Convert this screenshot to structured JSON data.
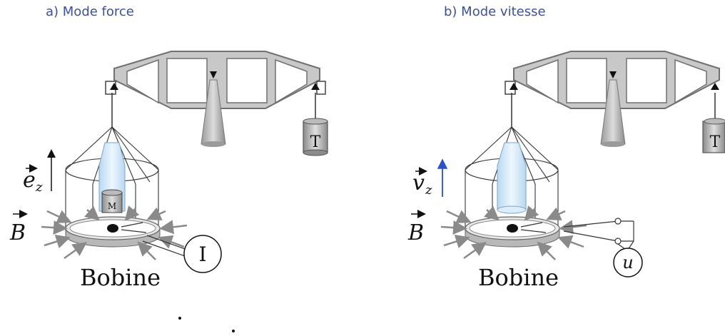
{
  "panels": [
    {
      "title": "a) Mode force",
      "vector_label": "e",
      "vector_sub": "z",
      "field_label": "B",
      "mass_label": "M",
      "tare_label": "T",
      "circle_label": "I",
      "coil_label": "Bobine"
    },
    {
      "title": "b) Mode vitesse",
      "vector_label": "v",
      "vector_sub": "z",
      "field_label": "B",
      "tare_label": "T",
      "circle_label": "u",
      "coil_label": "Bobine"
    }
  ],
  "colors": {
    "title": "#3d4fa0",
    "beam": "#c8c8c8",
    "beam_stroke": "#707070",
    "glass": "#d8ecf8",
    "arrow_gray": "#8a8a8a",
    "velocity_arrow": "#2a4fd0"
  }
}
